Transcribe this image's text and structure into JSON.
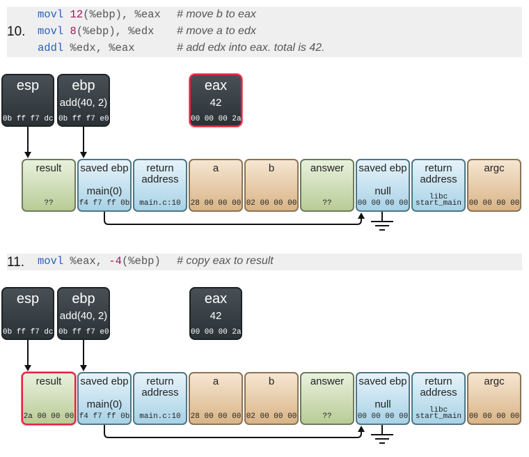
{
  "step10": {
    "number": "10.",
    "lines": [
      {
        "op": "movl",
        "args": [
          {
            "t": " "
          },
          {
            "t": "12",
            "c": "num"
          },
          {
            "t": "(%ebp), %eax",
            "c": "op"
          }
        ],
        "comment": "# move b to eax"
      },
      {
        "op": "movl",
        "args": [
          {
            "t": " "
          },
          {
            "t": "8",
            "c": "num"
          },
          {
            "t": "(%ebp), %edx",
            "c": "op"
          }
        ],
        "comment": "# move a to edx"
      },
      {
        "op": "addl",
        "args": [
          {
            "t": " %edx, %eax",
            "c": "op"
          }
        ],
        "comment": "# add edx into eax. total is 42."
      }
    ]
  },
  "step11": {
    "number": "11.",
    "lines": [
      {
        "op": "movl",
        "args": [
          {
            "t": " %eax, ",
            "c": "op"
          },
          {
            "t": "-4",
            "c": "num"
          },
          {
            "t": "(%ebp)",
            "c": "op"
          }
        ],
        "comment": "# copy eax to result"
      }
    ]
  },
  "diagrams": [
    {
      "registers": {
        "esp": {
          "name": "esp",
          "sub": "",
          "bytes": "0b ff f7 dc"
        },
        "ebp": {
          "name": "ebp",
          "sub": "add(40, 2)",
          "bytes": "0b ff f7 e0"
        },
        "eax": {
          "name": "eax",
          "sub": "42",
          "bytes": "00 00 00 2a",
          "highlighted": true
        }
      },
      "cells": [
        {
          "title": "result",
          "mid": "",
          "bytes": "??",
          "color": "green",
          "highlighted": false
        },
        {
          "title": "saved ebp",
          "mid": "main(0)",
          "bytes": "f4 f7 ff 0b",
          "color": "blue"
        },
        {
          "title": "return\naddress",
          "mid": "",
          "bytes": "main.c:10",
          "color": "blue"
        },
        {
          "title": "a",
          "mid": "",
          "bytes": "28 00 00 00",
          "color": "tan"
        },
        {
          "title": "b",
          "mid": "",
          "bytes": "02 00 00 00",
          "color": "tan"
        },
        {
          "title": "answer",
          "mid": "",
          "bytes": "??",
          "color": "green"
        },
        {
          "title": "saved ebp",
          "mid": "null",
          "bytes": "00 00 00 00",
          "color": "blue"
        },
        {
          "title": "return\naddress",
          "libc": "libc",
          "bytes": "start_main",
          "color": "blue"
        },
        {
          "title": "argc",
          "mid": "",
          "bytes": "00 00 00 00",
          "color": "tan"
        }
      ]
    },
    {
      "registers": {
        "esp": {
          "name": "esp",
          "sub": "",
          "bytes": "0b ff f7 dc"
        },
        "ebp": {
          "name": "ebp",
          "sub": "add(40, 2)",
          "bytes": "0b ff f7 e0"
        },
        "eax": {
          "name": "eax",
          "sub": "42",
          "bytes": "00 00 00 2a",
          "highlighted": false
        }
      },
      "cells": [
        {
          "title": "result",
          "mid": "",
          "bytes": "2a 00 00 00",
          "color": "green",
          "highlighted": true
        },
        {
          "title": "saved ebp",
          "mid": "main(0)",
          "bytes": "f4 f7 ff 0b",
          "color": "blue"
        },
        {
          "title": "return\naddress",
          "mid": "",
          "bytes": "main.c:10",
          "color": "blue"
        },
        {
          "title": "a",
          "mid": "",
          "bytes": "28 00 00 00",
          "color": "tan"
        },
        {
          "title": "b",
          "mid": "",
          "bytes": "02 00 00 00",
          "color": "tan"
        },
        {
          "title": "answer",
          "mid": "",
          "bytes": "??",
          "color": "green"
        },
        {
          "title": "saved ebp",
          "mid": "null",
          "bytes": "00 00 00 00",
          "color": "blue"
        },
        {
          "title": "return\naddress",
          "libc": "libc",
          "bytes": "start_main",
          "color": "blue"
        },
        {
          "title": "argc",
          "mid": "",
          "bytes": "00 00 00 00",
          "color": "tan"
        }
      ]
    }
  ]
}
